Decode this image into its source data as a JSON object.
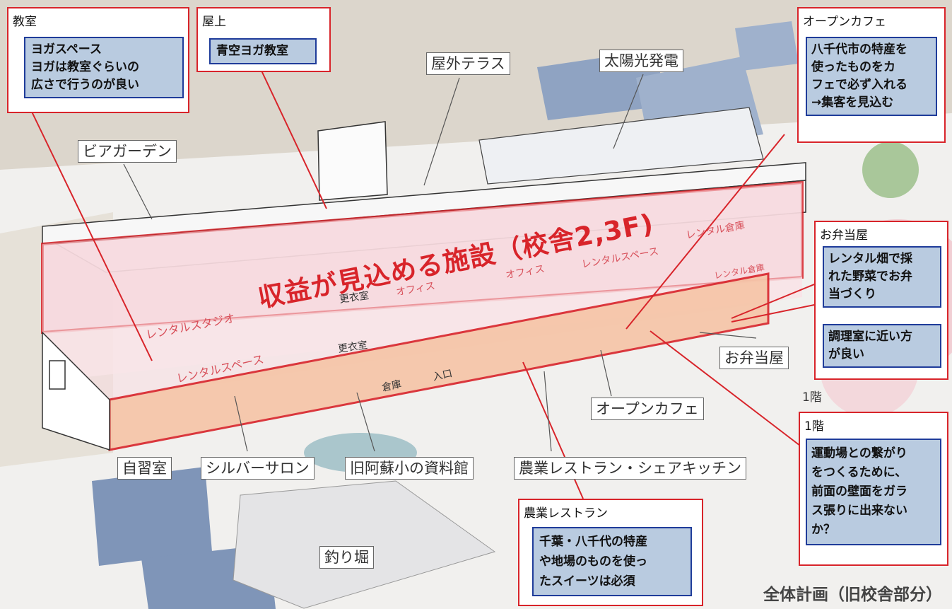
{
  "title": "全体計画（旧校舎部分）",
  "banner": "収益が見込める施設（校舎2,3F)",
  "callouts": {
    "kyoshitsu": {
      "heading": "教室",
      "lines": [
        "ヨガスペース",
        "ヨガは教室ぐらいの",
        "広さで行うのが良い"
      ]
    },
    "okujo": {
      "heading": "屋上",
      "lines": [
        "青空ヨガ教室"
      ]
    },
    "open_cafe": {
      "heading": "オープンカフェ",
      "lines": [
        "八千代市の特産を",
        "使ったものをカ",
        "フェで必ず入れる",
        "→集客を見込む"
      ]
    },
    "obentoya": {
      "heading": "お弁当屋",
      "notes": [
        [
          "レンタル畑で採",
          "れた野菜でお弁",
          "当づくり"
        ],
        [
          "調理室に近い方",
          "が良い"
        ]
      ]
    },
    "first_floor": {
      "heading": "1階",
      "lines": [
        "運動場との繋がり",
        "をつくるために、",
        "前面の壁面をガラ",
        "ス張りに出来ない",
        "か？"
      ]
    },
    "nogyo": {
      "heading": "農業レストラン",
      "lines": [
        "千葉・八千代の特産",
        "や地場のものを使っ",
        "たスイーツは必須"
      ]
    }
  },
  "labels": {
    "okugai_terrace": "屋外テラス",
    "taiyoko": "太陽光発電",
    "beer_garden": "ビアガーデン",
    "obentoya": "お弁当屋",
    "open_cafe": "オープンカフェ",
    "jishushitsu": "自習室",
    "silver_salon": "シルバーサロン",
    "shiryokan": "旧阿蘇小の資料館",
    "nogyo_kitchen": "農業レストラン・シェアキッチン",
    "tsuribori": "釣り堀",
    "floor1": "1階"
  },
  "rooms": {
    "rental_studio": "レンタルスタジオ",
    "rental_space_lower": "レンタルスペース",
    "rental_space_upper": "レンタルスペース",
    "office_1": "オフィス",
    "office_2": "オフィス",
    "rental_soko_1": "レンタル倉庫",
    "rental_soko_2": "レンタル倉庫",
    "koishitsu_1": "更衣室",
    "koishitsu_2": "更衣室",
    "soko": "倉庫",
    "iriguchi": "入口"
  }
}
